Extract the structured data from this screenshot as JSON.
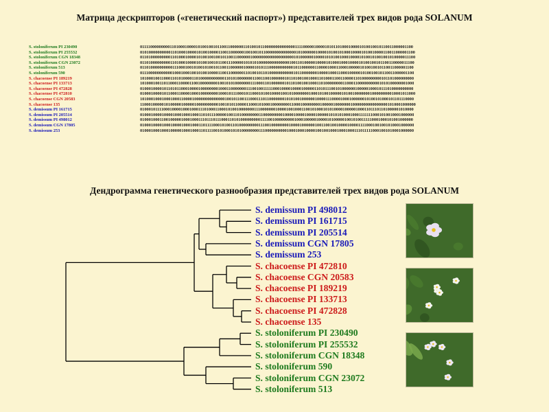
{
  "title_matrix": "Матрица дескрипторов («генетический паспорт») представителей трех видов рода SOLANUM",
  "title_dendrogram": "Дендрограмма генетического разнообразия представителей трех видов рода SOLANUM",
  "colors": {
    "stoloniferum": "#1e7a1e",
    "chacoense": "#cc1a1a",
    "demissum": "#1a1ab8"
  },
  "matrix_rows": [
    {
      "label": "S. stoloniferum  PI 230490",
      "group": "stoloniferum",
      "code": "0111100000000011010001000010100100101100110000001101001011000000000000001111000001000010101101000100001010010010110011000001100"
    },
    {
      "label": "S. stoloniferum  PI 255532",
      "group": "stoloniferum",
      "code": "0101000000000011010001000010100100001100110000001001001011000000000000001010000001000010100101000100001010010000110011000001100"
    },
    {
      "label": "S. stoloniferum  CGN 18348",
      "group": "stoloniferum",
      "code": "0110100000000011010001000010100100100101100110000001000000000000000000010100000010000101010010001000010100101001001010000011100"
    },
    {
      "label": "S. stoloniferum  CGN 23072",
      "group": "stoloniferum",
      "code": "0110100000000011010001000010100100101100111000001010101000000000000001001101000001000010100010001000010100100101100110000011100"
    },
    {
      "label": "S. stoloniferum  513",
      "group": "stoloniferum",
      "code": "0110100000000001110001001010010100101100110000001000010101110000000000010110000001100001000110001000001010010010110011000001100"
    },
    {
      "label": "S. stoloniferum  590",
      "group": "stoloniferum",
      "code": "0111000000000001000100010010100100001100110000001101001011010000000000010110000000100001000110001000001010010010110011000001100"
    },
    {
      "label": "S. chacoense  PI 189219",
      "group": "chacoense",
      "code": "1010001001100011010100001101000000000001101010000000110011001000000101101001001000110100011001100001101000000000101101000000000"
    },
    {
      "label": "S. chacoense  PI 133713",
      "group": "chacoense",
      "code": "1010001001101100011000011001000000001001010100000001110001101000000101101001001000110100000000110001100000000001010100000001000"
    },
    {
      "label": "S. chacoense  PI 472828",
      "group": "chacoense",
      "code": "0100010000101101011000100001000000001000110000000111001001111100010000100001000001101011100101000000100000100010111010000000000"
    },
    {
      "label": "S. chacoense  PI 472810",
      "group": "chacoense",
      "code": "0100010000101100011000010001000000001000101110001011000101001000010010100000001000101001000001010010000000100000000010001011000"
    },
    {
      "label": "S. chacoense  CGN 20583",
      "group": "chacoense",
      "code": "1010001000100010001100001000000000000001001011001110001110110000000101010010000001000011100001000100000010100101000101101110000"
    },
    {
      "label": "S. chacoense  135",
      "group": "chacoense",
      "code": "1100010000010100000100000100000000001001010110000110001010001000000001100010000000010000010000000100000000000000001010001000000"
    },
    {
      "label": "S. demissum  PI 161715",
      "group": "demissum",
      "code": "0100010111100010000100010001110100011000101001000000011100000001000010010001100101000101010000100000100011011101101000001010000"
    },
    {
      "label": "S. demissum  PI 205514",
      "group": "demissum",
      "code": "0100010000100001000100010001101011100000100110100000000110000000001000010000100001000001010101000100011111110001010010001000000"
    },
    {
      "label": "S. demissum  PI 498012",
      "group": "demissum",
      "code": "0100010001100100000100010001110111011100011010100000000011110010000000001000100000100001010000010010100111110001000101001000000"
    },
    {
      "label": "S. demissum  CGN 17805",
      "group": "demissum",
      "code": "0100010000100010000100010001101111000101001101000000000111001000000001000010000001001100100100001000011110001001001010001000000"
    },
    {
      "label": "S. demissum  253",
      "group": "demissum",
      "code": "0100010001000100000100010001101111001010001010100000000111000000000010001000100001001001000100010001110111110001001010001000000"
    }
  ],
  "leaves": [
    {
      "label": "S. demissum PI 498012",
      "group": "demissum"
    },
    {
      "label": "S. demissum PI 161715",
      "group": "demissum"
    },
    {
      "label": "S. demissum PI 205514",
      "group": "demissum"
    },
    {
      "label": "S. demissum CGN 17805",
      "group": "demissum"
    },
    {
      "label": "S. demissum 253",
      "group": "demissum"
    },
    {
      "label": "S. chacoense PI 472810",
      "group": "chacoense"
    },
    {
      "label": "S. chacoense CGN 20583",
      "group": "chacoense"
    },
    {
      "label": "S. chacoense PI 189219",
      "group": "chacoense"
    },
    {
      "label": "S. chacoense PI 133713",
      "group": "chacoense"
    },
    {
      "label": "S. chacoense PI 472828",
      "group": "chacoense"
    },
    {
      "label": "S. chacoense 135",
      "group": "chacoense"
    },
    {
      "label": "S. stoloniferum PI 230490",
      "group": "stoloniferum"
    },
    {
      "label": "S. stoloniferum PI 255532",
      "group": "stoloniferum"
    },
    {
      "label": "S. stoloniferum CGN 18348",
      "group": "stoloniferum"
    },
    {
      "label": "S. stoloniferum 590",
      "group": "stoloniferum"
    },
    {
      "label": "S. stoloniferum CGN 23072",
      "group": "stoloniferum"
    },
    {
      "label": "S. stoloniferum 513",
      "group": "stoloniferum"
    }
  ],
  "photos": [
    {
      "subject": "demissum-flower",
      "flower": "#e8e0f0"
    },
    {
      "subject": "chacoense-flowers",
      "flower": "#f4f4ee"
    },
    {
      "subject": "stoloniferum-flowers",
      "flower": "#eee8f4"
    }
  ]
}
